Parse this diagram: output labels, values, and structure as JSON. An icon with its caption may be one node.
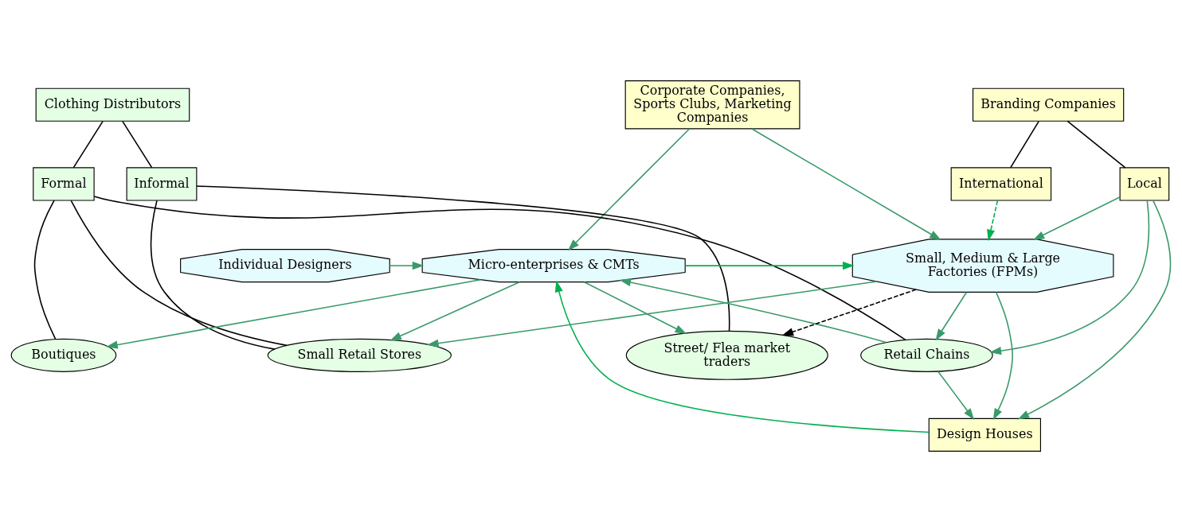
{
  "diagram": {
    "nodes": [
      {
        "text": [
          "Branding Companies"
        ]
      },
      {
        "text": [
          "International"
        ]
      },
      {
        "text": [
          "Local"
        ]
      },
      {
        "text": [
          "Corporate Companies, Sports Clubs, Marketing Companies"
        ]
      },
      {
        "text": [
          "Clothing Distributors"
        ]
      },
      {
        "text": [
          "Formal"
        ]
      },
      {
        "text": [
          "Informal"
        ]
      },
      {
        "text": [
          "Retail Chains"
        ]
      },
      {
        "text": [
          "Boutiques"
        ]
      },
      {
        "text": [
          "Small Retail Stores"
        ]
      },
      {
        "text": [
          "Street/ Flea market traders"
        ]
      },
      {
        "text": [
          "Design Houses"
        ]
      },
      {
        "text": [
          "Small, Medium & Large Factories (FPMs)"
        ]
      },
      {
        "text": [
          "Micro-enterprises & CMTs"
        ]
      },
      {
        "text": [
          "Individual Designers"
        ]
      }
    ],
    "edges": [
      {
        "from": 0,
        "to": 1,
        "arrow": "none",
        "color": "#000000"
      },
      {
        "from": 0,
        "to": 2,
        "arrow": "none",
        "color": "#000000"
      },
      {
        "from": 4,
        "to": 5,
        "arrow": "none",
        "color": "#000000"
      },
      {
        "from": 4,
        "to": 6,
        "arrow": "none",
        "color": "#000000"
      },
      {
        "from": 5,
        "to": 7,
        "arrow": "none",
        "color": "#000000"
      },
      {
        "from": 5,
        "to": 8,
        "arrow": "none",
        "color": "#000000"
      },
      {
        "from": 5,
        "to": 9,
        "arrow": "none",
        "color": "#000000"
      },
      {
        "from": 6,
        "to": 9,
        "arrow": "none",
        "color": "#000000"
      },
      {
        "from": 6,
        "to": 10,
        "arrow": "none",
        "color": "#000000"
      },
      {
        "from": 1,
        "to": 12,
        "arrow": "to",
        "style": "dashed",
        "color": "#00b050"
      },
      {
        "from": 2,
        "to": 7,
        "arrow": "to"
      },
      {
        "from": 2,
        "to": 12,
        "arrow": "to"
      },
      {
        "from": 2,
        "to": 11,
        "arrow": "to"
      },
      {
        "from": 3,
        "to": 12,
        "arrow": "to"
      },
      {
        "from": 3,
        "to": 13,
        "arrow": "to"
      },
      {
        "from": 7,
        "to": 11,
        "arrow": "to"
      },
      {
        "from": 7,
        "to": 13,
        "arrow": "to"
      },
      {
        "from": 11,
        "to": 13,
        "arrow": "to",
        "color": "#00b050"
      },
      {
        "from": 12,
        "to": 7,
        "arrow": "to"
      },
      {
        "from": 12,
        "to": 11,
        "arrow": "to"
      },
      {
        "from": 12,
        "to": 9,
        "arrow": "to"
      },
      {
        "from": 12,
        "to": 10,
        "arrow": "to",
        "style": "dashed",
        "color": "#000000"
      },
      {
        "from": 13,
        "to": 12,
        "arrow": "to",
        "color": "#00b050"
      },
      {
        "from": 13,
        "to": 8,
        "arrow": "to"
      },
      {
        "from": 13,
        "to": 9,
        "arrow": "to"
      },
      {
        "from": 13,
        "to": 10,
        "arrow": "to"
      },
      {
        "from": 14,
        "to": 13,
        "arrow": "to"
      }
    ]
  }
}
